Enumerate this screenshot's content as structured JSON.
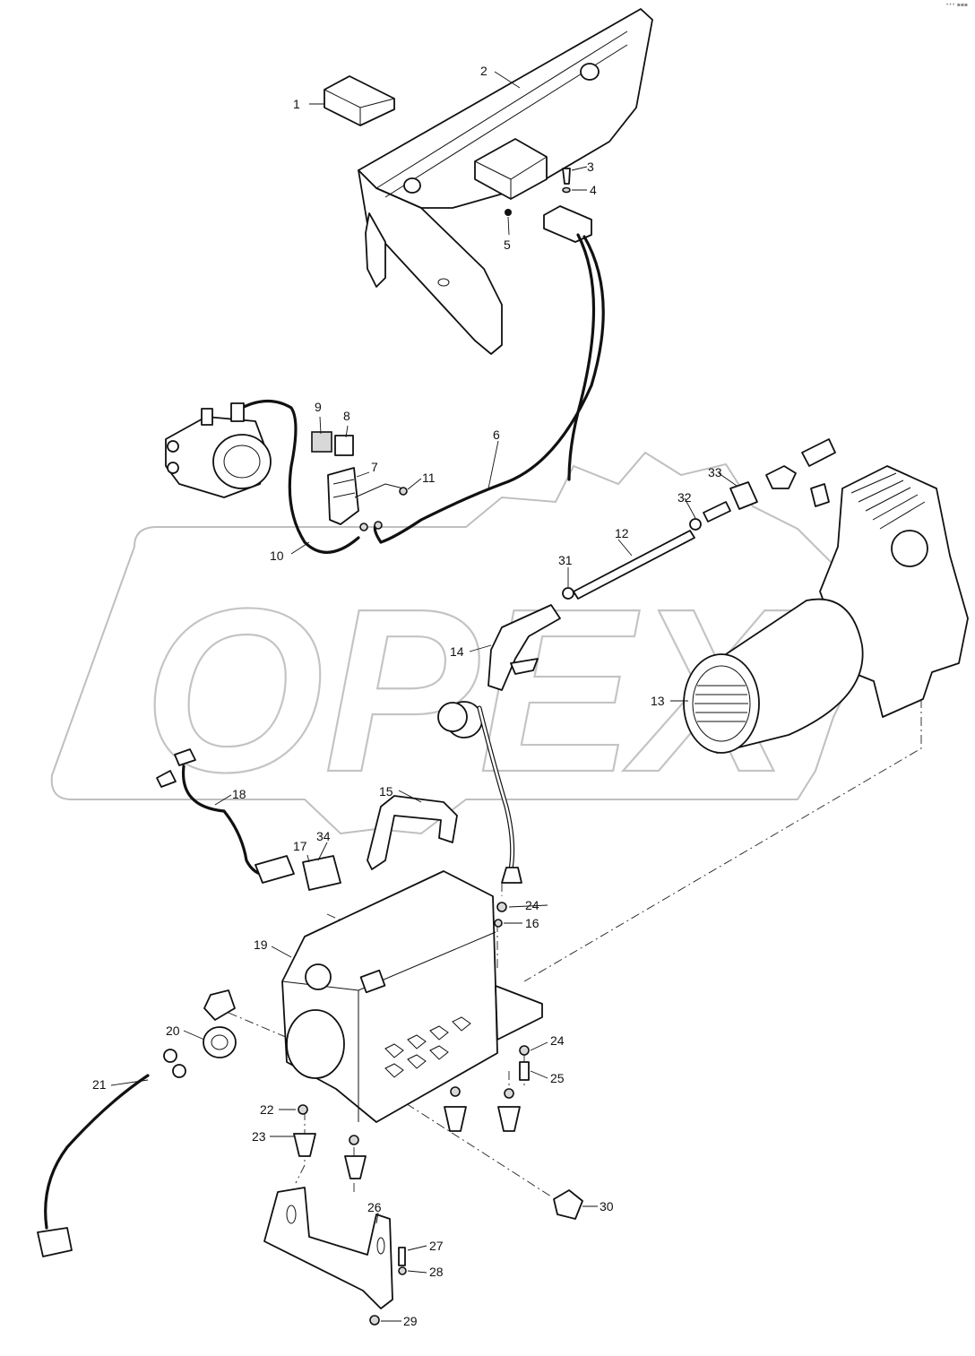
{
  "watermark": {
    "text": "OPEX"
  },
  "corner_mark": "••• ▪▪▪",
  "callouts": [
    {
      "id": "c1",
      "label": "1"
    },
    {
      "id": "c2",
      "label": "2"
    },
    {
      "id": "c3",
      "label": "3"
    },
    {
      "id": "c4",
      "label": "4"
    },
    {
      "id": "c5",
      "label": "5"
    },
    {
      "id": "c6",
      "label": "6"
    },
    {
      "id": "c7",
      "label": "7"
    },
    {
      "id": "c8",
      "label": "8"
    },
    {
      "id": "c9",
      "label": "9"
    },
    {
      "id": "c10",
      "label": "10"
    },
    {
      "id": "c11",
      "label": "11"
    },
    {
      "id": "c12",
      "label": "12"
    },
    {
      "id": "c13",
      "label": "13"
    },
    {
      "id": "c14",
      "label": "14"
    },
    {
      "id": "c15",
      "label": "15"
    },
    {
      "id": "c16",
      "label": "16"
    },
    {
      "id": "c17",
      "label": "17"
    },
    {
      "id": "c18",
      "label": "18"
    },
    {
      "id": "c19",
      "label": "19"
    },
    {
      "id": "c20",
      "label": "20"
    },
    {
      "id": "c21",
      "label": "21"
    },
    {
      "id": "c22",
      "label": "22"
    },
    {
      "id": "c23",
      "label": "23"
    },
    {
      "id": "c24a",
      "label": "24"
    },
    {
      "id": "c24b",
      "label": "24"
    },
    {
      "id": "c25",
      "label": "25"
    },
    {
      "id": "c26",
      "label": "26"
    },
    {
      "id": "c27",
      "label": "27"
    },
    {
      "id": "c28",
      "label": "28"
    },
    {
      "id": "c29",
      "label": "29"
    },
    {
      "id": "c30",
      "label": "30"
    },
    {
      "id": "c31",
      "label": "31"
    },
    {
      "id": "c32",
      "label": "32"
    },
    {
      "id": "c33",
      "label": "33"
    },
    {
      "id": "c34",
      "label": "34"
    }
  ]
}
